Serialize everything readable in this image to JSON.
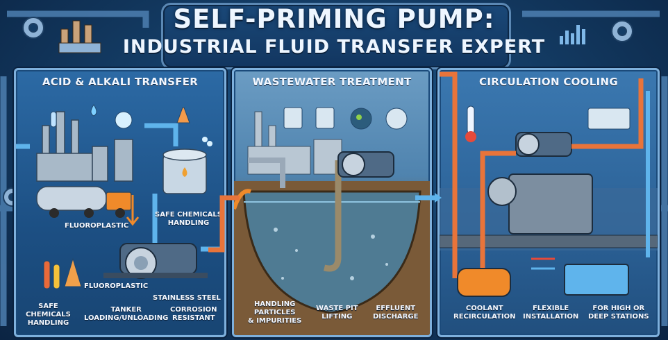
{
  "header": {
    "title_line1": "SELF-PRIMING PUMP:",
    "title_line2": "INDUSTRIAL FLUID TRANSFER EXPERT"
  },
  "panels": [
    {
      "title": "ACID & ALKALI TRANSFER",
      "labels": {
        "safe_chem_handling_right": "SAFE CHEMICALS\nHANDLING",
        "fluoroplastic_top": "FLUOROPLASTIC",
        "fluoroplastic_bottom": "FLUOROPLASTIC",
        "stainless_steel": "STAINLESS STEEL",
        "safe_chem_handling_left": "SAFE\nCHEMICALS\nHANDLING",
        "tanker": "TANKER\nLOADING/UNLOADING",
        "corrosion": "CORROSION\nRESISTANT"
      },
      "icons": [
        "test-tube-icon",
        "droplet-icon",
        "ph-drop-icon",
        "flask-icon",
        "molecule-icon",
        "factory-icon",
        "tank-icon",
        "tanker-truck-icon",
        "pump-icon"
      ]
    },
    {
      "title": "WASTEWATER TREATMENT",
      "labels": {
        "handling": "HANDLING\nPARTICLES\n& IMPURITIES",
        "waste_pit": "WASTE PIT\nLIFTING",
        "effluent": "EFFLUENT\nDISCHARGE"
      },
      "icons": [
        "clipboard-icon",
        "filter-icon",
        "bacteria-icon",
        "globe-icon",
        "factory-icon",
        "pump-icon",
        "pit-icon"
      ]
    },
    {
      "title": "CIRCULATION COOLING",
      "labels": {
        "coolant": "COOLANT\nRECIRCULATION",
        "flexible": "FLEXIBLE\nINSTALLATION",
        "high_deep": "FOR HIGH OR\nDEEP STATIONS"
      },
      "icons": [
        "thermometer-icon",
        "radiator-icon",
        "engine-icon",
        "pump-icon",
        "tank-icon"
      ]
    }
  ],
  "colors": {
    "background": "#143d66",
    "hot_pipe": "#e8743a",
    "cold_pipe": "#5fb4ec",
    "frame": "#7eb0dc"
  }
}
